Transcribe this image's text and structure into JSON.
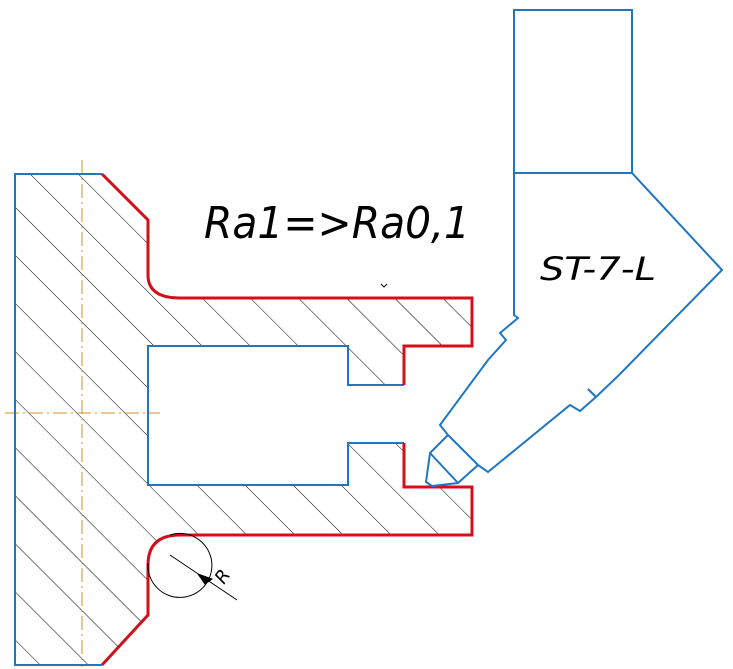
{
  "annotations": {
    "roughness": "Ra1=>Ra0,1",
    "tool_label": "ST-7-L",
    "radius_label": "R"
  },
  "colors": {
    "part_outline": "#1f77c4",
    "machined_surface": "#d0111b",
    "centerline": "#d4922a",
    "hatch": "#000000"
  }
}
